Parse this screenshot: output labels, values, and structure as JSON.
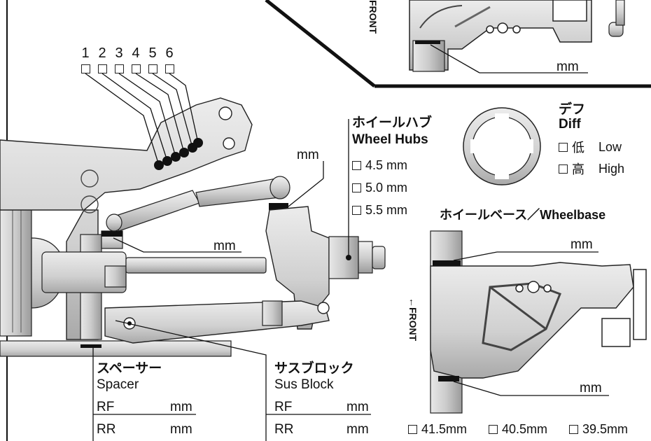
{
  "linkage": {
    "positions": [
      "1",
      "2",
      "3",
      "4",
      "5",
      "6"
    ],
    "shim_unit": "mm"
  },
  "wheel_hubs": {
    "title_jp": "ホイールハブ",
    "title_en": "Wheel Hubs",
    "unit_top": "mm",
    "options": [
      "4.5 mm",
      "5.0 mm",
      "5.5 mm"
    ]
  },
  "diff": {
    "title_jp": "デフ",
    "title_en": "Diff",
    "options": [
      {
        "jp": "低",
        "en": "Low"
      },
      {
        "jp": "高",
        "en": "High"
      }
    ]
  },
  "wheelbase": {
    "title": "ホイールベース／Wheelbase",
    "unit_upper": "mm",
    "unit_lower": "mm",
    "front_label": "←FRONT",
    "options": [
      "41.5mm",
      "40.5mm",
      "39.5mm"
    ]
  },
  "top_inset": {
    "front_label": "FRONT",
    "unit": "mm"
  },
  "spacer": {
    "title_jp": "スペーサー",
    "title_en": "Spacer",
    "rows": [
      {
        "label": "RF",
        "unit": "mm"
      },
      {
        "label": "RR",
        "unit": "mm"
      }
    ]
  },
  "sus_block": {
    "title_jp": "サスブロック",
    "title_en": "Sus Block",
    "rows": [
      {
        "label": "RF",
        "unit": "mm"
      },
      {
        "label": "RR",
        "unit": "mm"
      }
    ]
  },
  "colors": {
    "part_fill": "#d8d8d8",
    "part_shade": "#a8a8a8",
    "line": "#111111",
    "shim": "#111111"
  }
}
